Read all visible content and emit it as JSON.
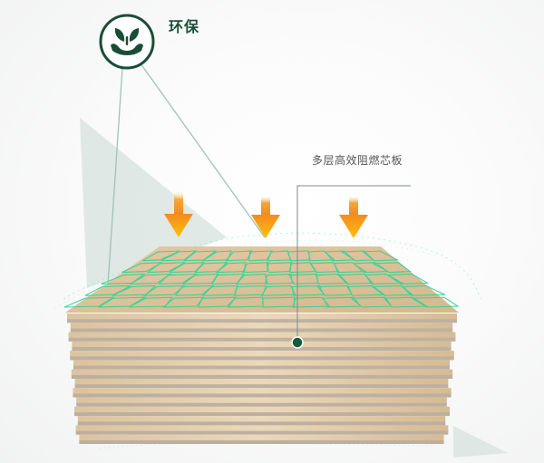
{
  "eco_badge": {
    "title": "环保",
    "icon": "hands-leaf-icon",
    "color": "#1a4d36"
  },
  "core_label": "多层高效阻燃芯板",
  "arrows": {
    "icon": "down-arrow-icon",
    "count": 3,
    "color_top": "#f59a1f",
    "color_bottom": "#fbc80c"
  },
  "board": {
    "layer_count": 14,
    "wood_color": "#e8d1b0",
    "texture_color": "#2ed39a"
  }
}
